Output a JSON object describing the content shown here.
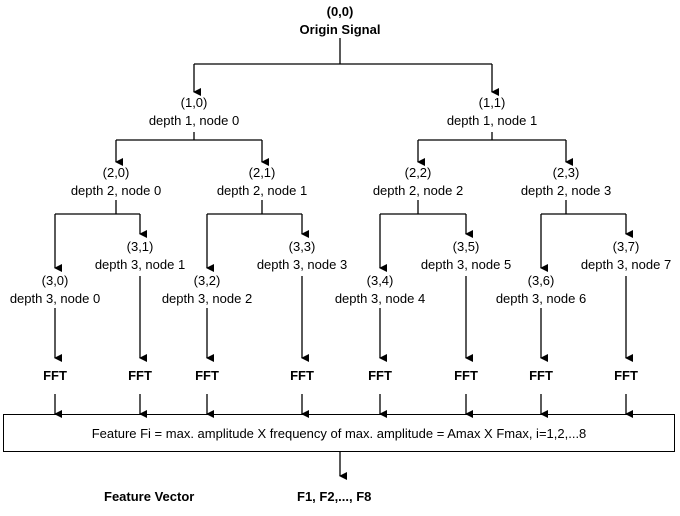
{
  "root": {
    "coord": "(0,0)",
    "name": "Origin Signal"
  },
  "depth1": [
    {
      "coord": "(1,0)",
      "name": "depth 1, node 0"
    },
    {
      "coord": "(1,1)",
      "name": "depth 1, node 1"
    }
  ],
  "depth2": [
    {
      "coord": "(2,0)",
      "name": "depth 2, node 0"
    },
    {
      "coord": "(2,1)",
      "name": "depth 2, node 1"
    },
    {
      "coord": "(2,2)",
      "name": "depth 2, node 2"
    },
    {
      "coord": "(2,3)",
      "name": "depth 2, node 3"
    }
  ],
  "depth3": [
    {
      "coord": "(3,0)",
      "name": "depth 3, node 0"
    },
    {
      "coord": "(3,1)",
      "name": "depth 3, node 1"
    },
    {
      "coord": "(3,2)",
      "name": "depth 3, node 2"
    },
    {
      "coord": "(3,3)",
      "name": "depth 3, node 3"
    },
    {
      "coord": "(3,4)",
      "name": "depth 3, node 4"
    },
    {
      "coord": "(3,5)",
      "name": "depth 3, node 5"
    },
    {
      "coord": "(3,6)",
      "name": "depth 3, node 6"
    },
    {
      "coord": "(3,7)",
      "name": "depth 3, node 7"
    }
  ],
  "fft_label": "FFT",
  "feature_formula": "Feature Fi = max. amplitude X frequency of max. amplitude = Amax X Fmax, i=1,2,...8",
  "feature_vector": {
    "label": "Feature Vector",
    "value": "F1, F2,..., F8"
  }
}
